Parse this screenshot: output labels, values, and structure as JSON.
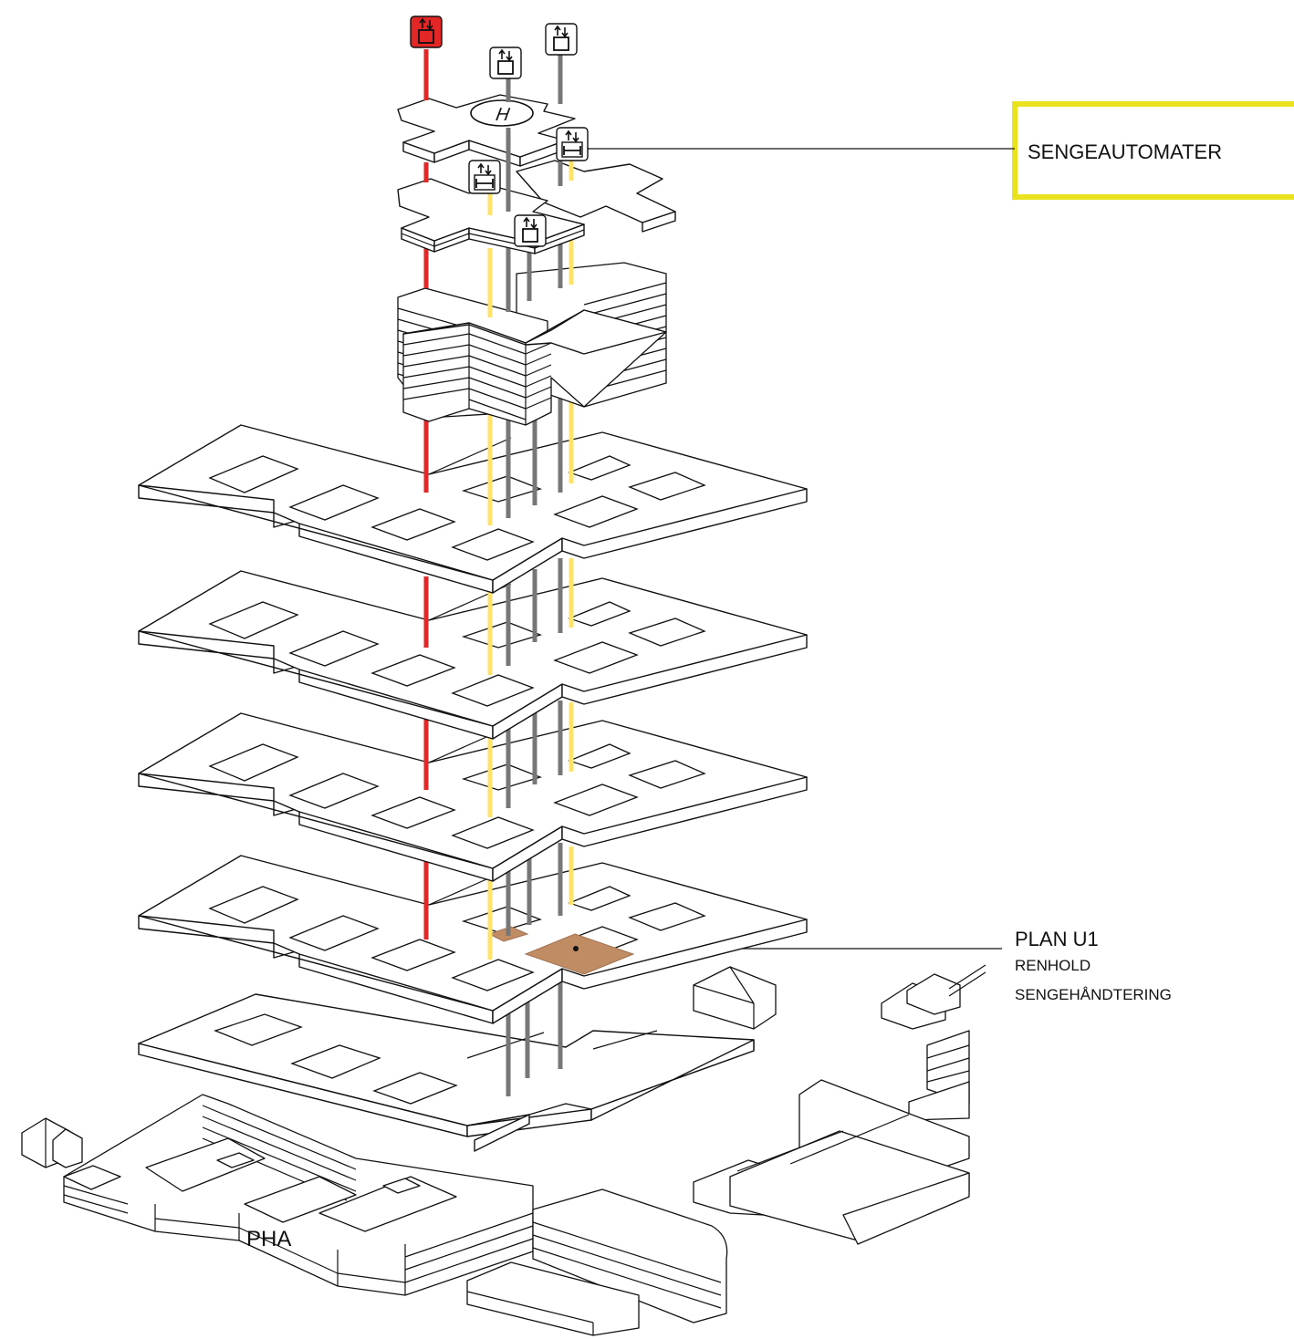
{
  "labels": {
    "sengeautomater": "SENGEAUTOMATER",
    "plan_title": "PLAN U1",
    "plan_line1": "RENHOLD",
    "plan_line2": "SENGEHÅNDTERING",
    "pha": "PHA"
  },
  "colors": {
    "emergency_shaft": "#e32626",
    "bed_shaft": "#ffe26a",
    "lift_shaft": "#777777",
    "highlight_frame": "#e8e21f",
    "u1_area": "#bf8c64",
    "outline": "#111111"
  },
  "icons": {
    "lift": "lift-icon",
    "bed_lift": "bed-lift-icon",
    "helipad": "helipad-icon"
  }
}
